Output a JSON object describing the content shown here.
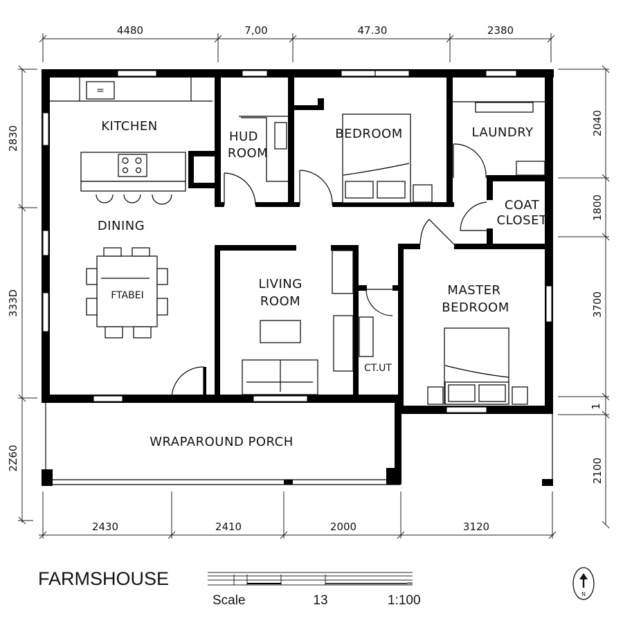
{
  "plan": {
    "title": "FARMSHOUSE",
    "scale_bar": {
      "label": "Scale",
      "middle_value": "13",
      "ratio": "1:100"
    },
    "north_arrow": {
      "letter": "N"
    }
  },
  "rooms": [
    {
      "id": "kitchen",
      "lines": [
        "KITCHEN"
      ]
    },
    {
      "id": "dining",
      "lines": [
        "DINING"
      ]
    },
    {
      "id": "hud-room",
      "lines": [
        "HUD",
        "ROOM"
      ]
    },
    {
      "id": "bedroom",
      "lines": [
        "BEDROOM"
      ]
    },
    {
      "id": "laundry",
      "lines": [
        "LAUNDRY"
      ]
    },
    {
      "id": "coat-closet",
      "lines": [
        "COAT",
        "CLOSET"
      ]
    },
    {
      "id": "living-room",
      "lines": [
        "LIVING",
        "ROOM"
      ]
    },
    {
      "id": "master-bedroom",
      "lines": [
        "MASTER",
        "BEDROOM"
      ]
    },
    {
      "id": "closet-ut",
      "lines": [
        "CT.UT"
      ]
    },
    {
      "id": "wraparound-porch",
      "lines": [
        "WRAPAROUND PORCH"
      ]
    }
  ],
  "fixtures": {
    "dining_table_label": "FTABEI"
  },
  "dimensions": {
    "top": [
      "4480",
      "7,00",
      "47.30",
      "2380"
    ],
    "bottom": [
      "2430",
      "2410",
      "2000",
      "3120"
    ],
    "left": [
      "2830",
      "333D",
      "2Z60"
    ],
    "right": [
      "2040",
      "1800",
      "3700",
      "1",
      "2100"
    ]
  },
  "colors": {
    "wall": "#000000",
    "background": "#ffffff",
    "line": "#222222"
  }
}
